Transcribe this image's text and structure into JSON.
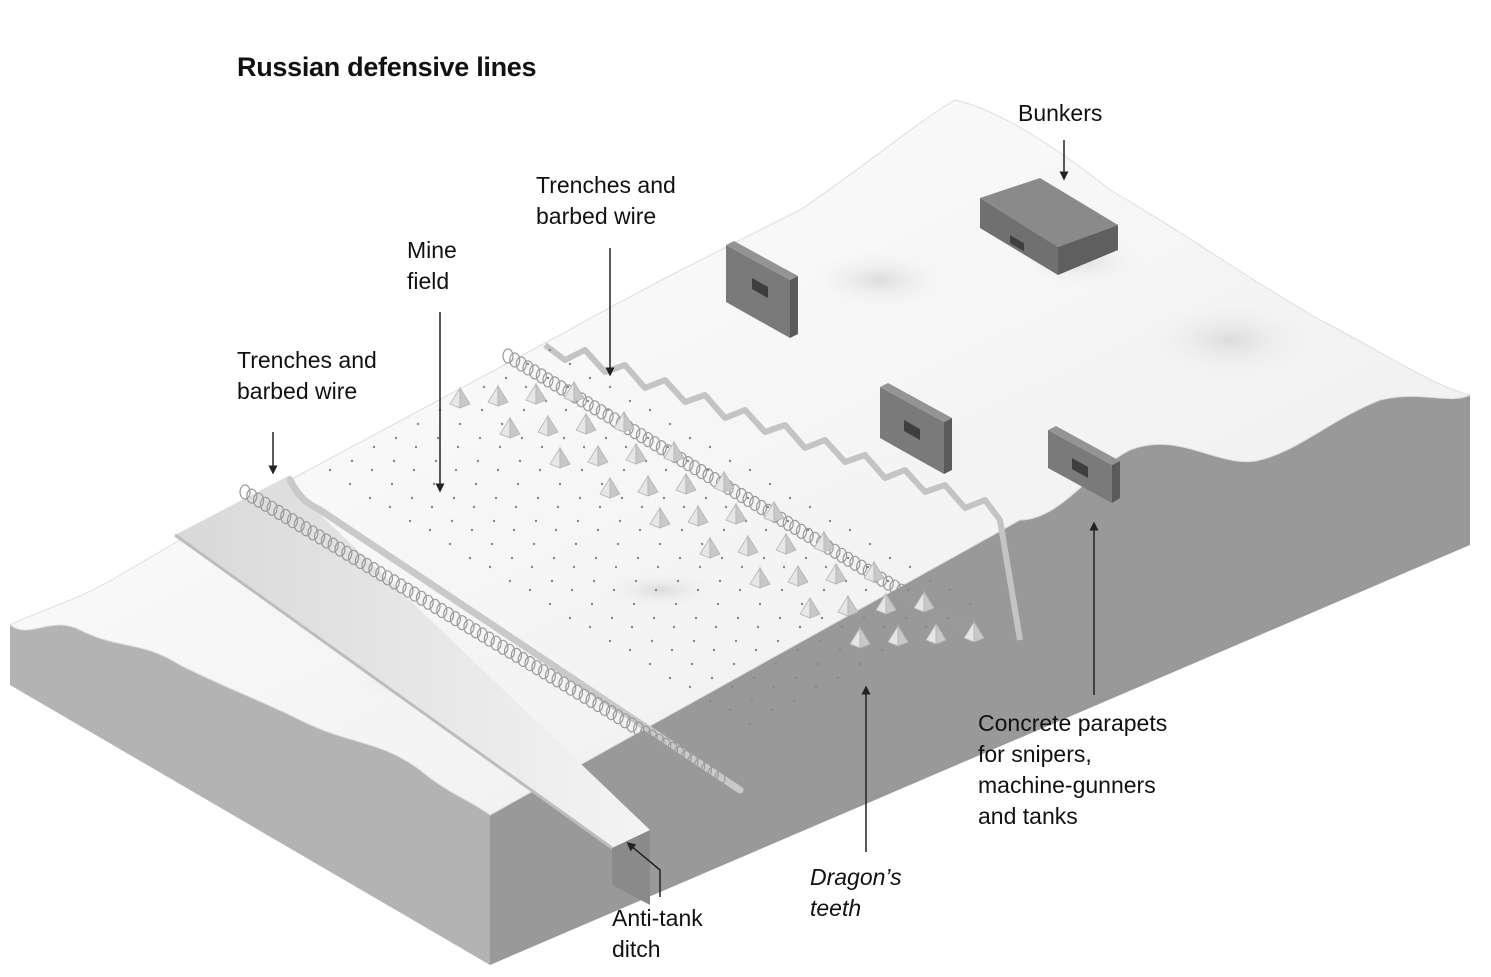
{
  "title": "Russian defensive lines",
  "labels": {
    "trenches_left": [
      "Trenches and",
      "barbed wire"
    ],
    "mine_field": [
      "Mine",
      "field"
    ],
    "trenches_right": [
      "Trenches and",
      "barbed wire"
    ],
    "bunkers": [
      "Bunkers"
    ],
    "parapets": [
      "Concrete parapets",
      "for snipers,",
      "machine-gunners",
      "and tanks"
    ],
    "dragons_teeth": [
      "Dragon’s",
      "teeth"
    ],
    "anti_tank": [
      "Anti-tank",
      "ditch"
    ]
  },
  "colors": {
    "terrain_top": "#f2f2f2",
    "terrain_side": "#a9a9a9",
    "terrain_side_dark": "#8f8f8f",
    "structure": "#7d7d7d",
    "structure_dark": "#5e5e5e",
    "text": "#111111"
  }
}
